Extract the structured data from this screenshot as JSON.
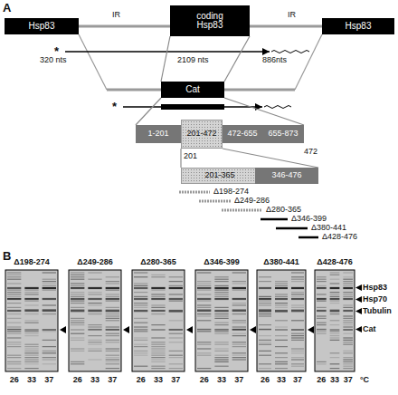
{
  "diagram": {
    "nodes": [
      {
        "text": [
          "Hsp83"
        ]
      },
      {
        "text": [
          "coding",
          "Hsp83"
        ]
      },
      {
        "text": [
          "Hsp83"
        ]
      },
      {
        "text": [
          "Cat"
        ]
      },
      {
        "text": [
          "1-201"
        ]
      },
      {
        "text": [
          "201-472"
        ]
      },
      {
        "text": [
          "472-655"
        ]
      },
      {
        "text": [
          "655-873"
        ]
      },
      {
        "text": [
          "201-365"
        ]
      },
      {
        "text": [
          "346-476"
        ]
      }
    ],
    "edges": [
      {
        "from": 1,
        "to": 3,
        "arrow": "none"
      },
      {
        "from": 1,
        "to": 3,
        "arrow": "none"
      },
      {
        "from": 3,
        "to": 4,
        "arrow": "none"
      },
      {
        "from": 3,
        "to": 7,
        "arrow": "none"
      },
      {
        "from": 5,
        "to": 8,
        "arrow": "none"
      },
      {
        "from": 5,
        "to": 9,
        "arrow": "none"
      }
    ],
    "labels": [
      "A",
      "IR",
      "IR",
      "*",
      "320 nts",
      "2109 nts",
      "886nts",
      "*",
      "201",
      "472",
      "Δ198-274",
      "Δ249-286",
      "Δ280-365",
      "Δ346-399",
      "Δ380-441",
      "Δ428-476",
      "B",
      "Δ198-274",
      "Δ249-286",
      "Δ280-365",
      "Δ346-399",
      "Δ380-441",
      "Δ428-476",
      "Hsp83",
      "Hsp70",
      "Tubulin",
      "Cat",
      "26",
      "33",
      "37",
      "26",
      "33",
      "37",
      "26",
      "33",
      "37",
      "26",
      "33",
      "37",
      "26",
      "33",
      "37",
      "26",
      "33",
      "37",
      "°C"
    ]
  }
}
